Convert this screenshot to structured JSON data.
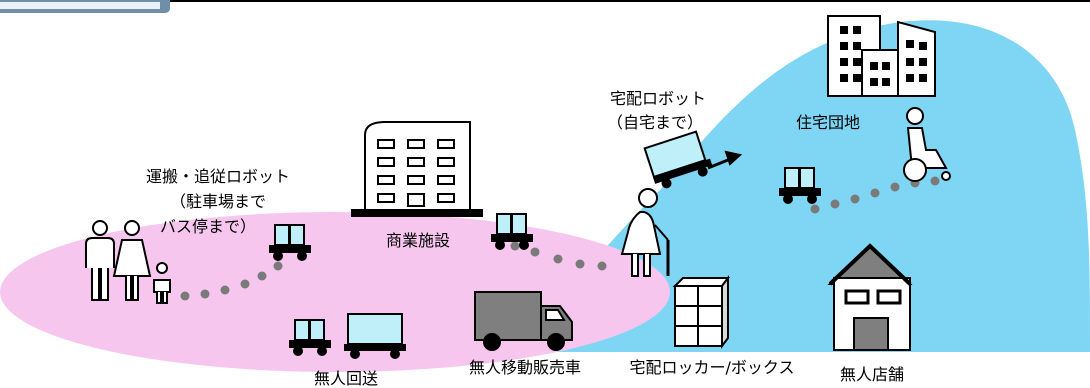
{
  "labels": {
    "carry_robot": [
      "運搬・追従ロボット",
      "（駐車場まで",
      "バス停まで）"
    ],
    "commercial": "商業施設",
    "delivery_robot": [
      "宅配ロボット",
      "（自宅まで）"
    ],
    "housing": "住宅団地",
    "unmanned_return": "無人回送",
    "mobile_sales": "無人移動販売車",
    "locker": "宅配ロッカー/ボックス",
    "unmanned_store": "無人店舗"
  },
  "colors": {
    "blue_area": "#7fd6f4",
    "pink_area": "#f7c6ef",
    "robot_box": "#bfeff8",
    "dots": "#7a7a7a"
  }
}
